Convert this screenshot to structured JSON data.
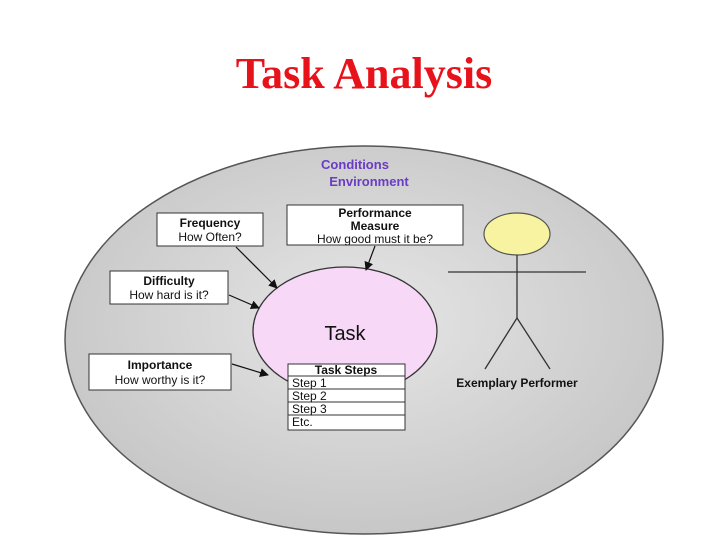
{
  "title": "Task Analysis",
  "colors": {
    "title": "#e8121b",
    "environment_fill": "#d6d6d6",
    "task_fill": "#f7d8f7",
    "head_fill": "#f7f3a0",
    "conditions_text": "#6a3cc6"
  },
  "conditions": {
    "line1": "Conditions",
    "line2": "Environment"
  },
  "performance_measure": {
    "line1": "Performance",
    "line2": "Measure",
    "line3": "How good must it be?"
  },
  "frequency": {
    "title": "Frequency",
    "subtitle": "How Often?"
  },
  "difficulty": {
    "title": "Difficulty",
    "subtitle": "How hard is it?"
  },
  "importance": {
    "title": "Importance",
    "subtitle": "How worthy is it?"
  },
  "task": {
    "label": "Task"
  },
  "task_steps": {
    "header": "Task Steps",
    "steps": [
      "Step 1",
      "Step 2",
      "Step 3",
      "Etc."
    ]
  },
  "performer": {
    "label": "Exemplary Performer"
  }
}
